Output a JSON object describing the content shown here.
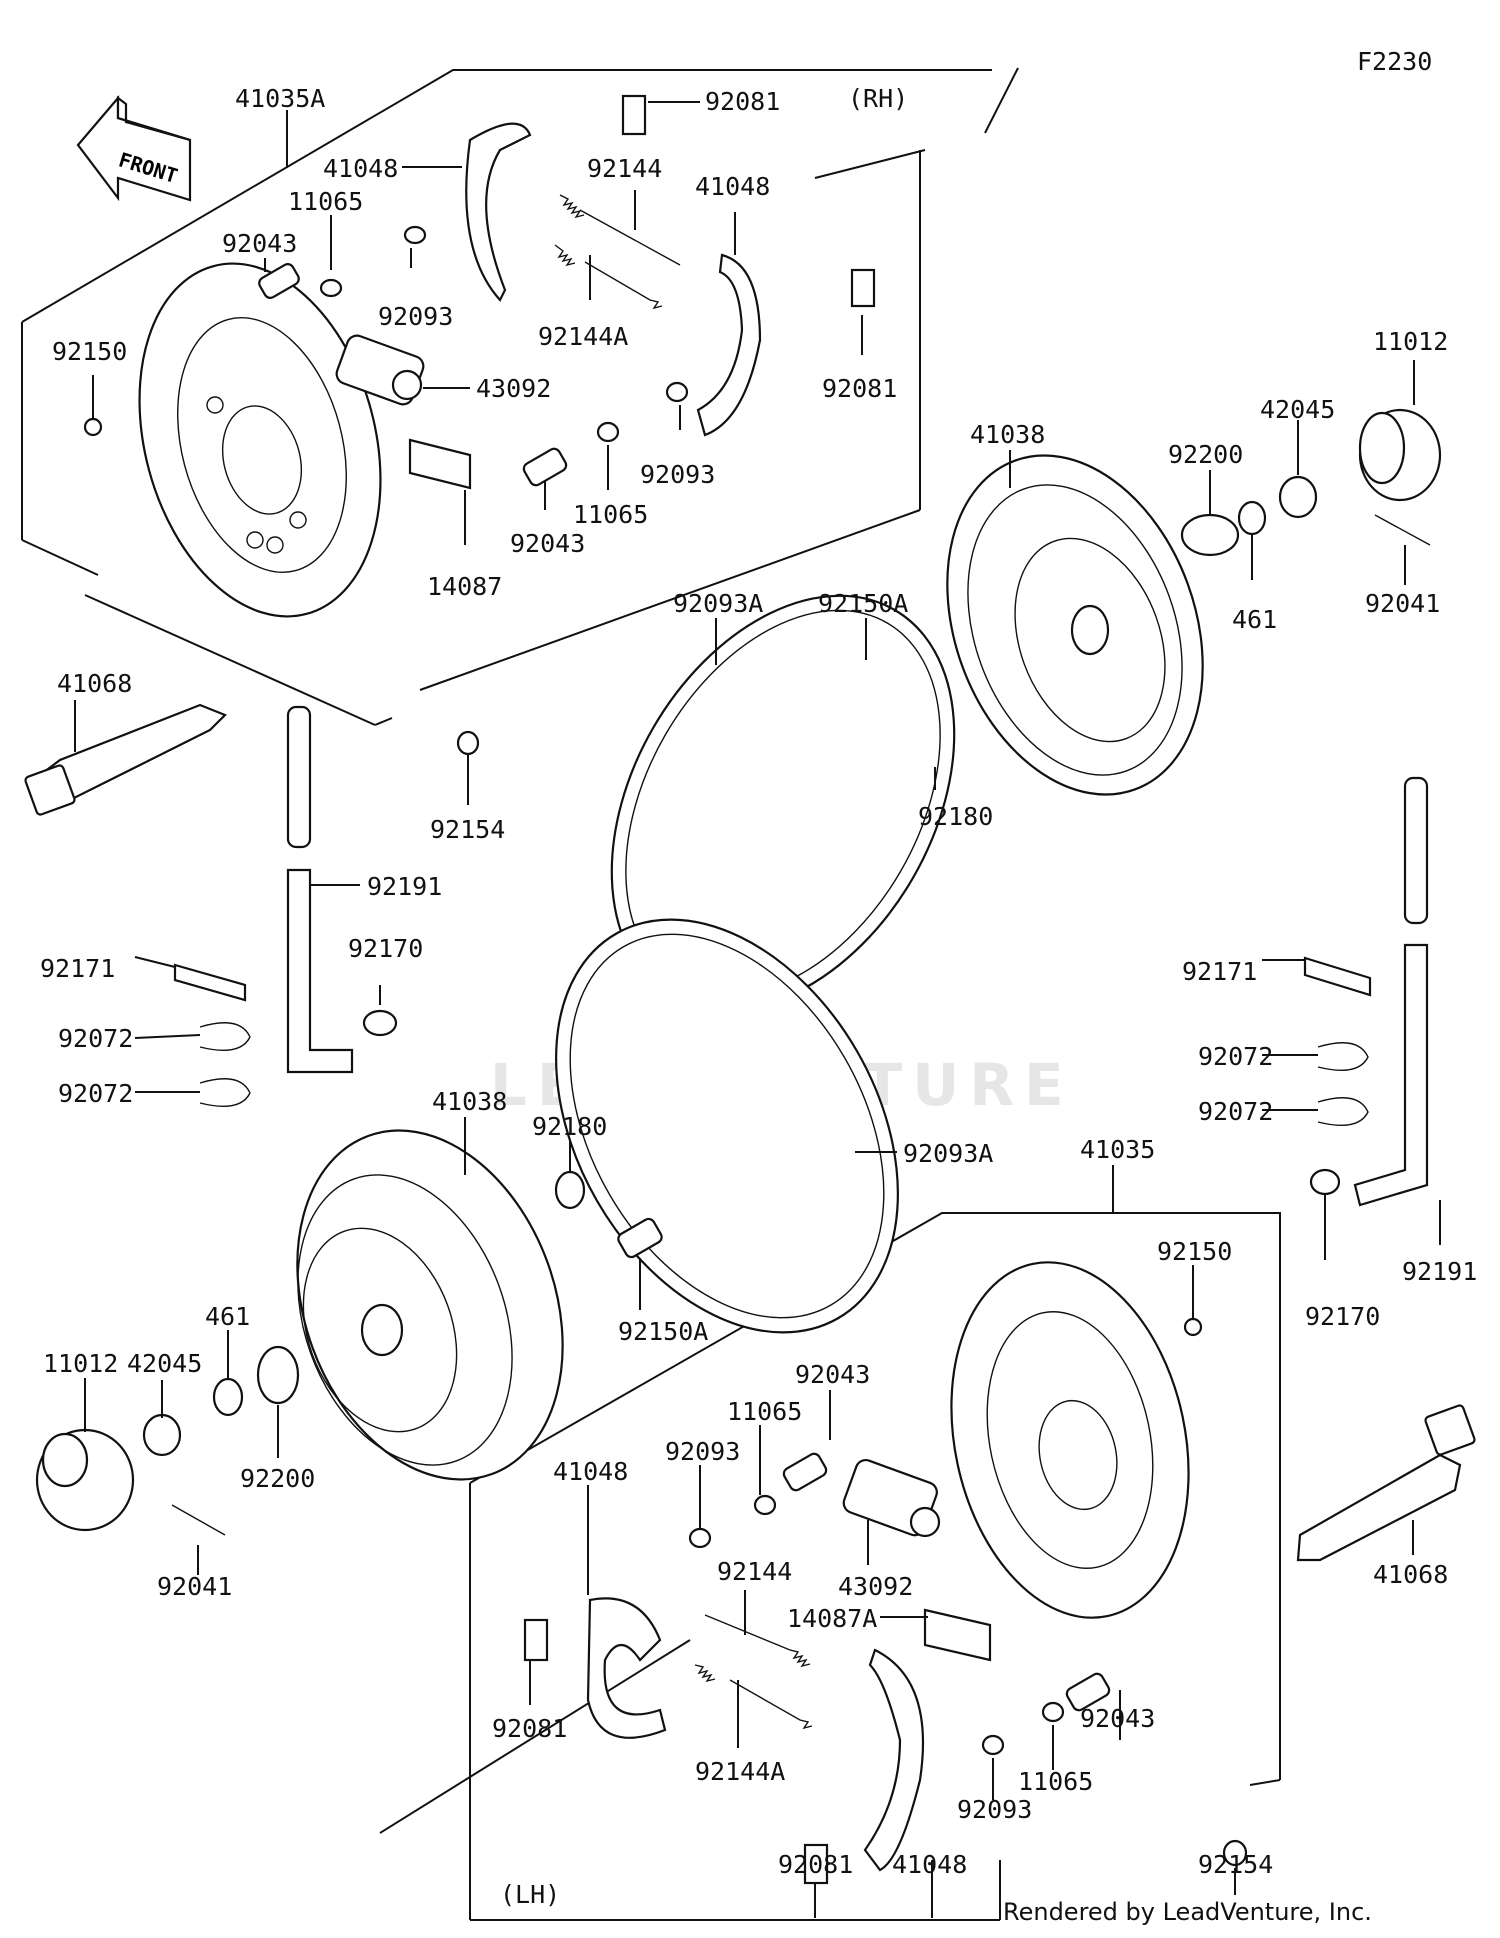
{
  "figure_code": "F2230",
  "side_labels": {
    "rh": "(RH)",
    "lh": "(LH)"
  },
  "front_arrow_label": "FRONT",
  "watermark": "LEADVENTURE",
  "credit": "Rendered by LeadVenture, Inc.",
  "part_labels": [
    "41035A",
    "92081",
    "41048",
    "92144",
    "11065",
    "92043",
    "92093",
    "41048",
    "92144A",
    "92150",
    "43092",
    "92081",
    "92093",
    "11065",
    "14087",
    "92043",
    "11012",
    "42045",
    "41038",
    "92200",
    "461",
    "92041",
    "92093A",
    "92150A",
    "41068",
    "92180",
    "92154",
    "92191",
    "92170",
    "92171",
    "92072",
    "92072",
    "92171",
    "92072",
    "92072",
    "41038",
    "92180",
    "92093A",
    "41035",
    "92150",
    "92191",
    "92170",
    "461",
    "42045",
    "11012",
    "92200",
    "92150A",
    "92043",
    "11065",
    "92093",
    "41048",
    "43092",
    "41068",
    "92144",
    "14087A",
    "92081",
    "92144A",
    "92043",
    "11065",
    "92093",
    "92081",
    "41048",
    "92154",
    "92041"
  ]
}
